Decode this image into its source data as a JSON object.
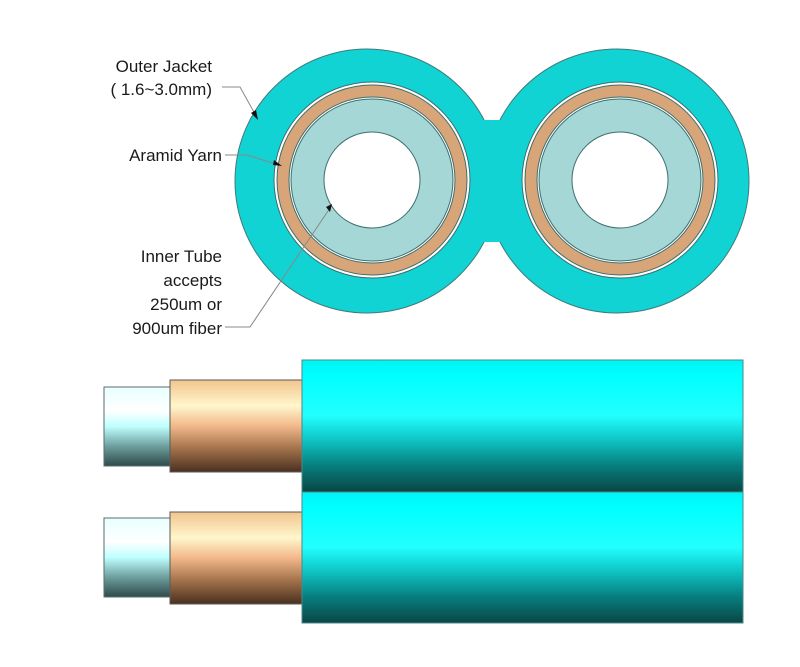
{
  "diagram": {
    "type": "cable cross-section and side view",
    "labels": {
      "outer_jacket": {
        "line1": "Outer Jacket",
        "line2": "( 1.6~3.0mm)"
      },
      "aramid_yarn": "Aramid Yarn",
      "inner_tube": {
        "line1": "Inner Tube",
        "line2": "accepts",
        "line3": "250um or",
        "line4": "900um fiber"
      }
    },
    "colors": {
      "outer_jacket": "#12D3D3",
      "aramid_yarn": "#D7A577",
      "inner_tube": "#A5D7D7",
      "outline": "#3E6E6E",
      "background": "#FFFFFF",
      "side_jacket_top": "#00FFFF",
      "side_jacket_bottom": "#0B4747",
      "side_yarn_light": "#FFF4C4",
      "side_yarn_dark": "#4E3522",
      "side_tube_light": "#FFFFFF",
      "side_tube_dark": "#2F4F4F"
    },
    "cross_section": {
      "cores": 2,
      "arrangement": "figure-8 (zipcord)"
    },
    "side_view": {
      "cables": 2,
      "layers_shown": [
        "inner tube",
        "aramid yarn",
        "outer jacket"
      ]
    }
  }
}
